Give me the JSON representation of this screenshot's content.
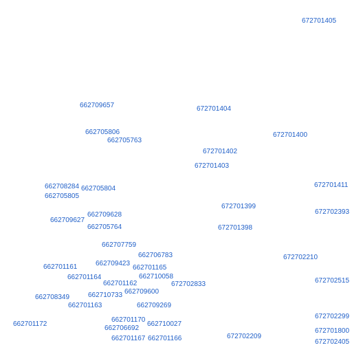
{
  "style": {
    "label_color": "#1f5fc8",
    "background": "#ffffff"
  },
  "labels": [
    "672701405",
    "662709657",
    "672701404",
    "662705806",
    "662705763",
    "672701400",
    "672701402",
    "672701403",
    "662708284",
    "662705804",
    "662705805",
    "672701411",
    "672701399",
    "672702393",
    "662709628",
    "662709627",
    "662705764",
    "672701398",
    "662707759",
    "662706783",
    "672702210",
    "662709423",
    "662701161",
    "662701165",
    "662710058",
    "662701164",
    "662701162",
    "672702833",
    "672702515",
    "662710733",
    "662709600",
    "662708349",
    "662701163",
    "662709269",
    "662701170",
    "672702299",
    "662701172",
    "662710027",
    "662706692",
    "672701800",
    "672702209",
    "662701167",
    "662701166",
    "672702405"
  ]
}
